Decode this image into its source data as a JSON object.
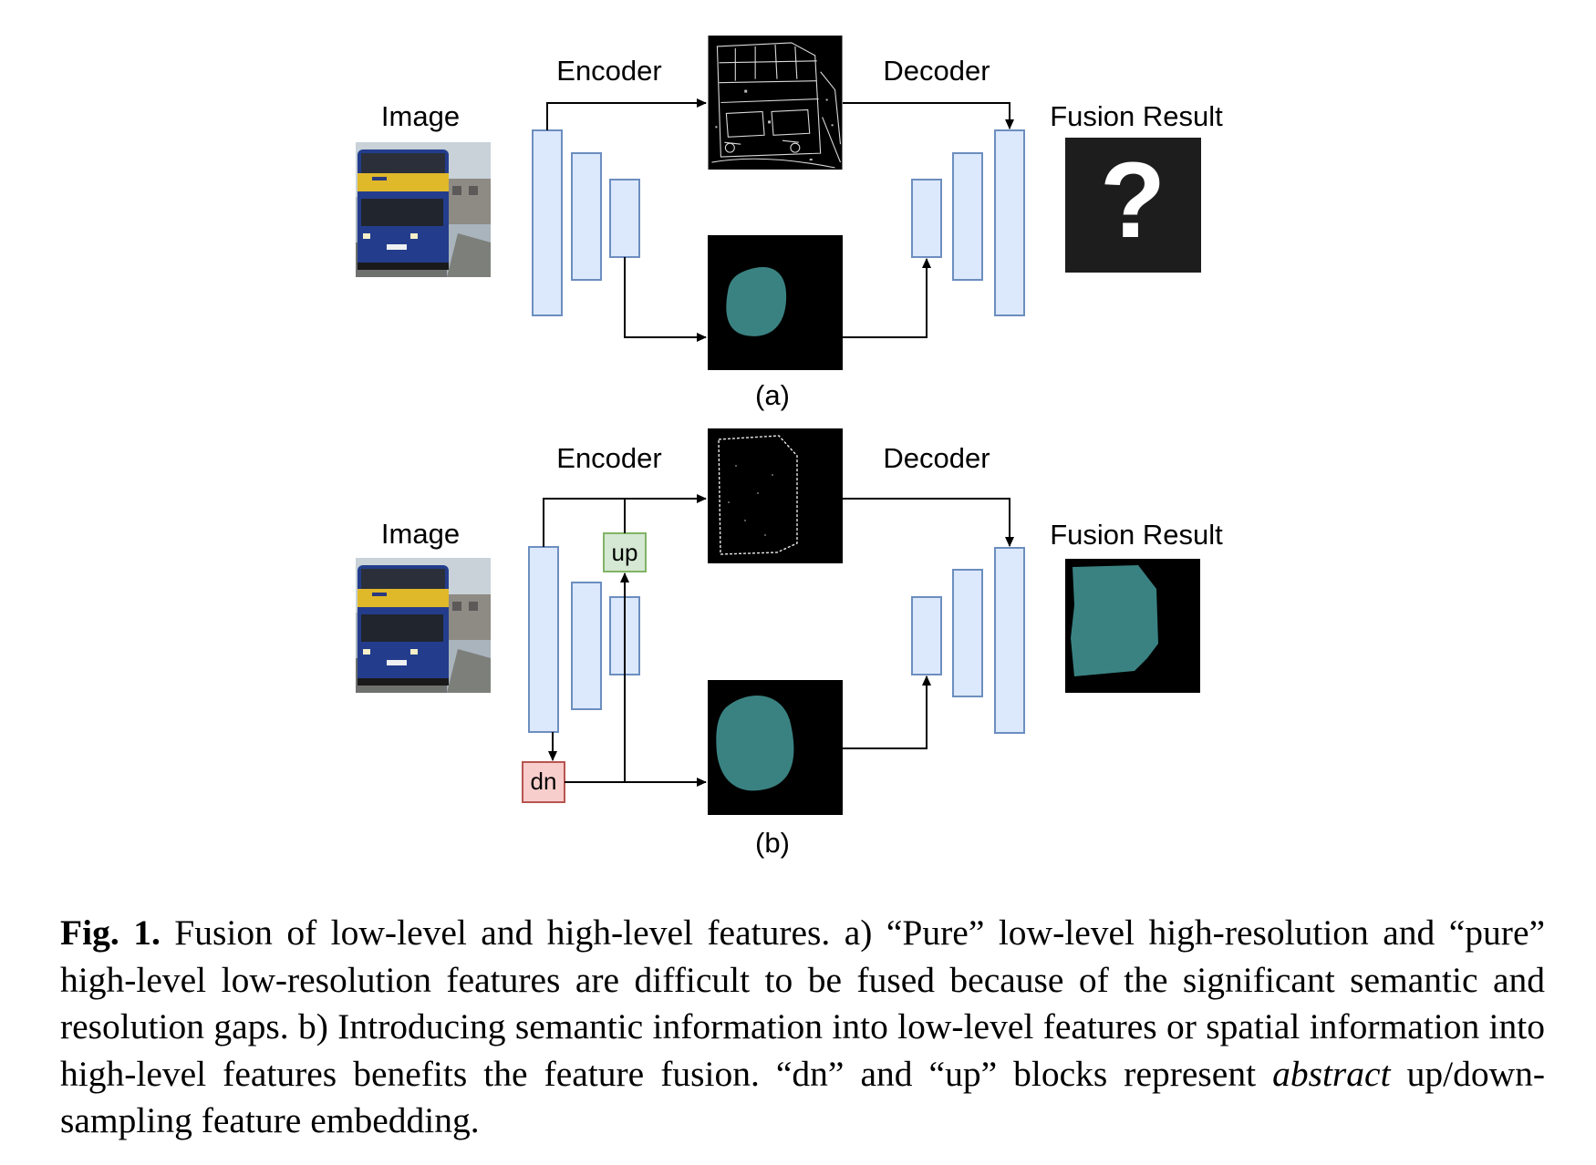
{
  "panel_a": {
    "image_label": "Image",
    "encoder_label": "Encoder",
    "decoder_label": "Decoder",
    "result_label": "Fusion Result",
    "result_placeholder": "?",
    "panel_label": "(a)"
  },
  "panel_b": {
    "image_label": "Image",
    "encoder_label": "Encoder",
    "decoder_label": "Decoder",
    "result_label": "Fusion Result",
    "up_label": "up",
    "dn_label": "dn",
    "panel_label": "(b)"
  },
  "colors": {
    "block_fill": "#dce8fb",
    "block_stroke": "#6c8ebf",
    "mask_teal": "#3a8282",
    "up_fill": "#d5e8d4",
    "up_stroke": "#82b366",
    "dn_fill": "#f8cecc",
    "dn_stroke": "#b85450"
  },
  "caption": {
    "fig_label": "Fig. 1.",
    "text_before_emphasis": "Fusion of low-level and high-level features. a) “Pure” low-level high-resolution and “pure” high-level low-resolution features are difficult to be fused because of the significant semantic and resolution gaps. b) Introducing semantic information into low-level features or spatial information into high-level features benefits the feature fusion. “dn” and “up” blocks represent",
    "emphasis": "abstract",
    "text_after_emphasis": "up/down-sampling feature embedding."
  }
}
